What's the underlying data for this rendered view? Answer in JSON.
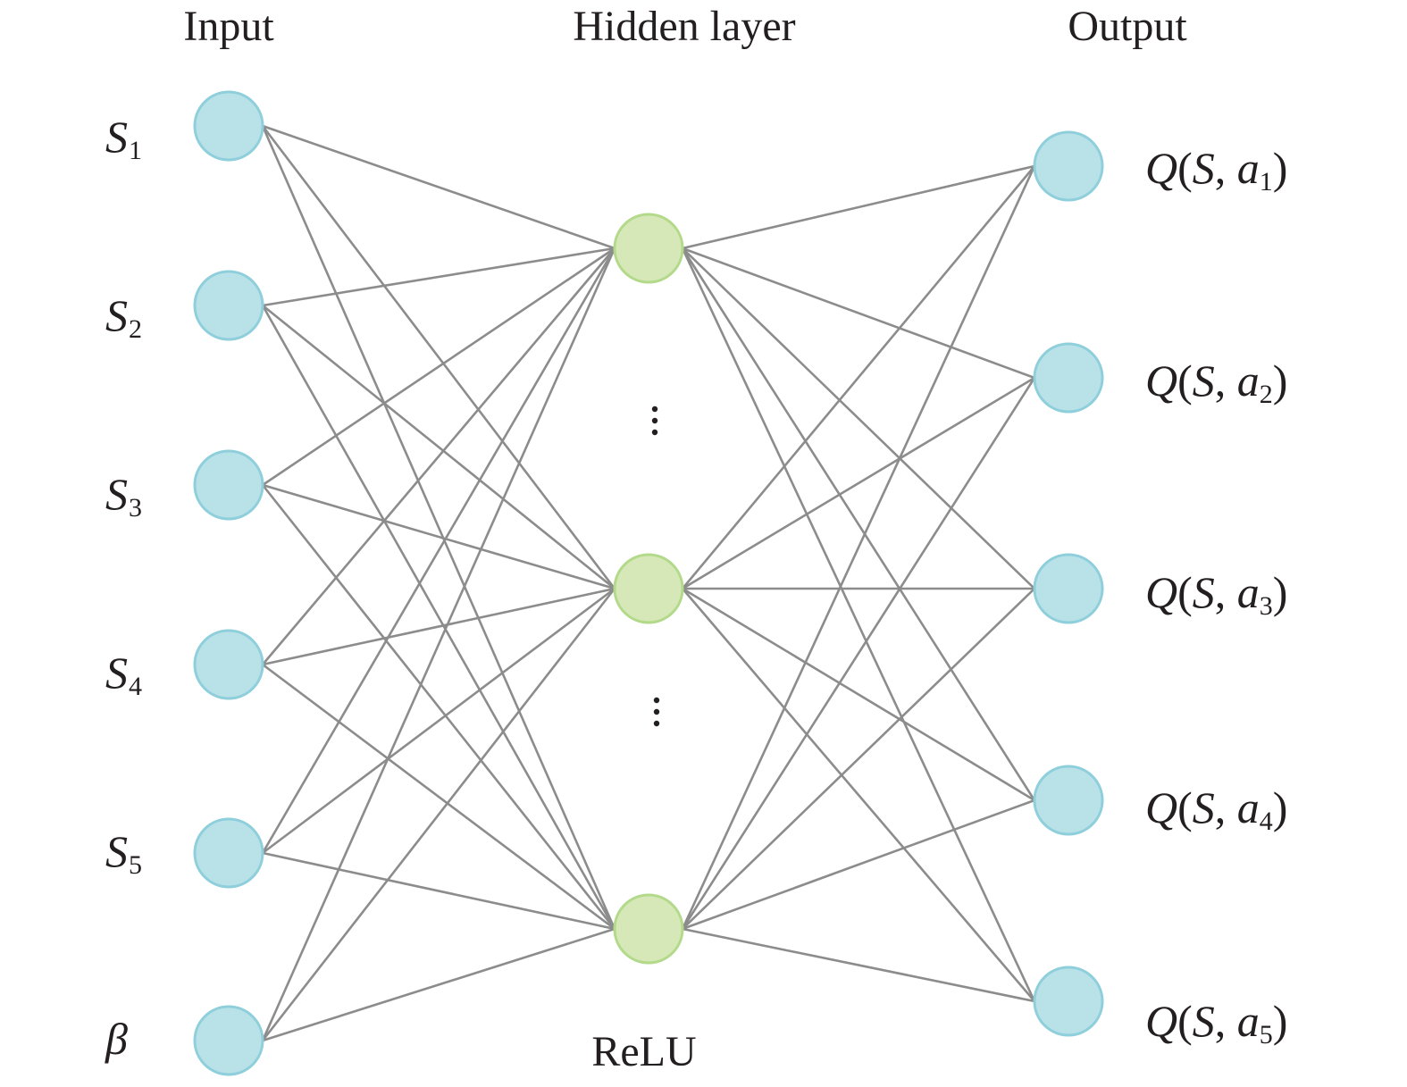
{
  "headers": {
    "input": "Input",
    "hidden": "Hidden layer",
    "output": "Output"
  },
  "inputs": [
    {
      "symbol": "S",
      "sub": "1"
    },
    {
      "symbol": "S",
      "sub": "2"
    },
    {
      "symbol": "S",
      "sub": "3"
    },
    {
      "symbol": "S",
      "sub": "4"
    },
    {
      "symbol": "S",
      "sub": "5"
    },
    {
      "symbol": "β",
      "sub": ""
    }
  ],
  "outputs": [
    {
      "func": "Q",
      "state": "S",
      "action": "a",
      "sub": "1"
    },
    {
      "func": "Q",
      "state": "S",
      "action": "a",
      "sub": "2"
    },
    {
      "func": "Q",
      "state": "S",
      "action": "a",
      "sub": "3"
    },
    {
      "func": "Q",
      "state": "S",
      "action": "a",
      "sub": "4"
    },
    {
      "func": "Q",
      "state": "S",
      "action": "a",
      "sub": "5"
    }
  ],
  "activation": "ReLU",
  "hidden_nodes_drawn": 3,
  "colors": {
    "input_output_node_fill": "#b9e2e8",
    "input_output_node_stroke": "#8ecfdb",
    "hidden_node_fill": "#d6e8b7",
    "hidden_node_stroke": "#b3d98b",
    "edge": "#8c8c8c",
    "text": "#231f20"
  }
}
